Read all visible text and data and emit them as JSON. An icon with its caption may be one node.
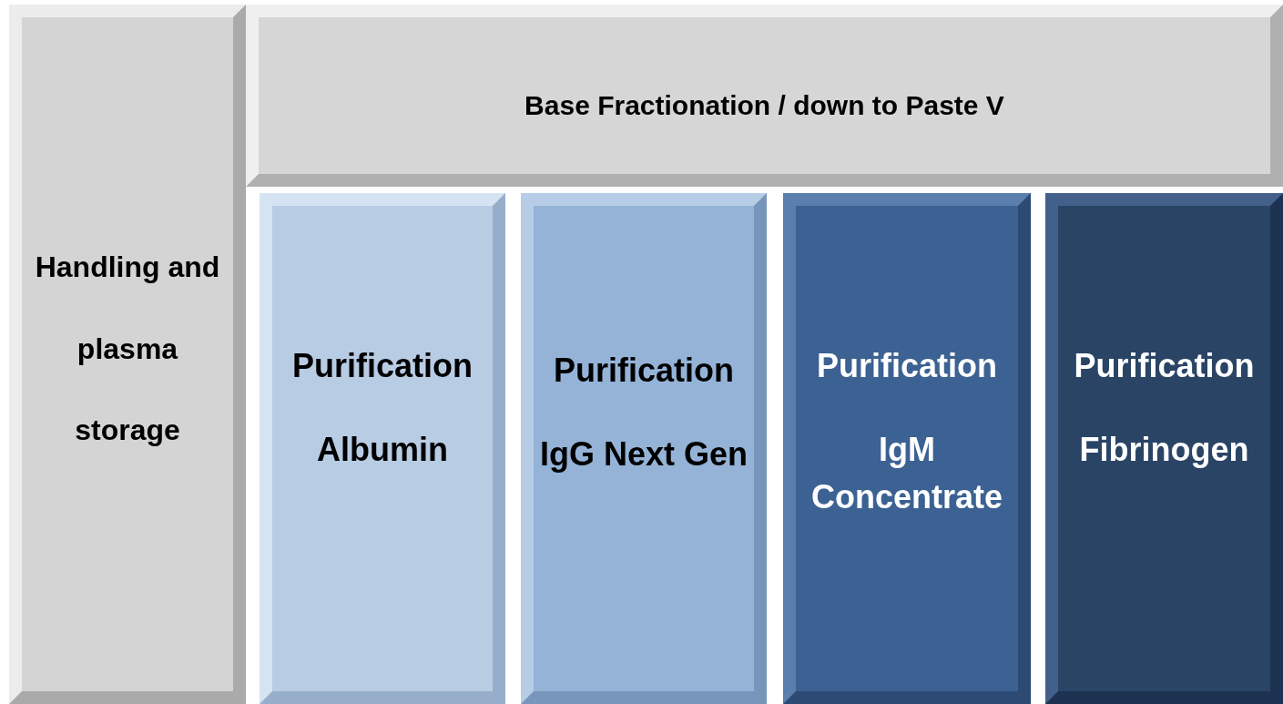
{
  "diagram": {
    "nodes": [
      {
        "text": [
          "Handling and plasma storage"
        ]
      },
      {
        "text": [
          "Base Fractionation / down to Paste V"
        ]
      },
      {
        "text": [
          "Purification",
          "Albumin"
        ]
      },
      {
        "text": [
          "Purification",
          "IgG Next Gen"
        ]
      },
      {
        "text": [
          "Purification",
          "IgM Concentrate"
        ]
      },
      {
        "text": [
          "Purification",
          "Fibrinogen"
        ]
      }
    ]
  }
}
